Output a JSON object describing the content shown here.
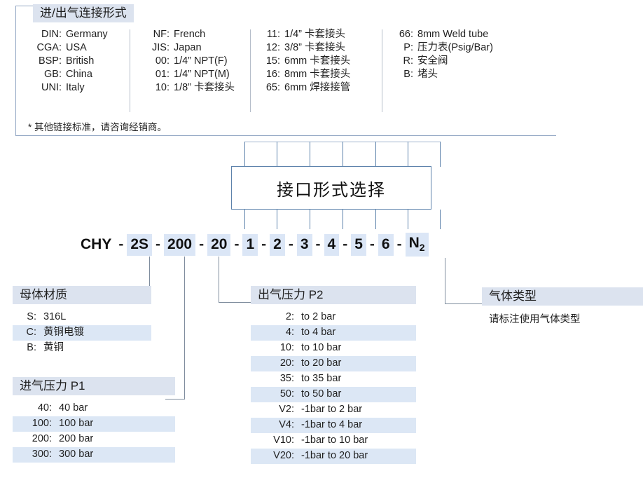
{
  "top_panel": {
    "title": "进/出气连接形式",
    "note": "* 其他链接标准，请咨询经销商。",
    "columns": [
      {
        "items": [
          {
            "key": "DIN:",
            "value": "Germany"
          },
          {
            "key": "CGA:",
            "value": "USA"
          },
          {
            "key": "BSP:",
            "value": "British"
          },
          {
            "key": "GB:",
            "value": "China"
          },
          {
            "key": "UNI:",
            "value": "Italy"
          }
        ]
      },
      {
        "items": [
          {
            "key": "NF:",
            "value": "French"
          },
          {
            "key": "JIS:",
            "value": "Japan"
          },
          {
            "key": "00:",
            "value": "1/4” NPT(F)"
          },
          {
            "key": "01:",
            "value": "1/4” NPT(M)"
          },
          {
            "key": "10:",
            "value": "1/8” 卡套接头"
          }
        ]
      },
      {
        "items": [
          {
            "key": "11:",
            "value": "1/4” 卡套接头"
          },
          {
            "key": "12:",
            "value": "3/8” 卡套接头"
          },
          {
            "key": "15:",
            "value": "6mm 卡套接头"
          },
          {
            "key": "16:",
            "value": "8mm 卡套接头"
          },
          {
            "key": "65:",
            "value": "6mm 焊接接管"
          }
        ]
      },
      {
        "items": [
          {
            "key": "66:",
            "value": "8mm Weld tube"
          },
          {
            "key": "P:",
            "value": "压力表(Psig/Bar)"
          },
          {
            "key": "R:",
            "value": "安全阀"
          },
          {
            "key": "B:",
            "value": "堵头"
          }
        ]
      }
    ]
  },
  "main_box": {
    "label": "接口形式选择"
  },
  "code": {
    "segments": [
      {
        "text": "CHY",
        "highlight": false
      },
      {
        "text": "2S",
        "highlight": true
      },
      {
        "text": "200",
        "highlight": true
      },
      {
        "text": "20",
        "highlight": true
      },
      {
        "text": "1",
        "highlight": true
      },
      {
        "text": "2",
        "highlight": true
      },
      {
        "text": "3",
        "highlight": true
      },
      {
        "text": "4",
        "highlight": true
      },
      {
        "text": "5",
        "highlight": true
      },
      {
        "text": "6",
        "highlight": true
      },
      {
        "text": "N",
        "sub": "2",
        "highlight": true
      }
    ],
    "separator": "-"
  },
  "sections": {
    "material": {
      "title": "母体材质",
      "items": [
        {
          "key": "S:",
          "value": "316L",
          "band": false
        },
        {
          "key": "C:",
          "value": "黄铜电镀",
          "band": true
        },
        {
          "key": "B:",
          "value": "黄铜",
          "band": false
        }
      ]
    },
    "p1": {
      "title": "进气压力 P1",
      "items": [
        {
          "key": "40:",
          "value": "40 bar",
          "band": false
        },
        {
          "key": "100:",
          "value": "100 bar",
          "band": true
        },
        {
          "key": "200:",
          "value": "200 bar",
          "band": false
        },
        {
          "key": "300:",
          "value": "300 bar",
          "band": true
        }
      ]
    },
    "p2": {
      "title": "出气压力 P2",
      "items": [
        {
          "key": "2:",
          "value": "to 2 bar",
          "band": false
        },
        {
          "key": "4:",
          "value": "to 4 bar",
          "band": true
        },
        {
          "key": "10:",
          "value": "to 10 bar",
          "band": false
        },
        {
          "key": "20:",
          "value": "to 20 bar",
          "band": true
        },
        {
          "key": "35:",
          "value": "to 35 bar",
          "band": false
        },
        {
          "key": "50:",
          "value": "to 50 bar",
          "band": true
        },
        {
          "key": "V2:",
          "value": "-1bar to 2 bar",
          "band": false
        },
        {
          "key": "V4:",
          "value": "-1bar to 4 bar",
          "band": true
        },
        {
          "key": "V10:",
          "value": "-1bar to 10 bar",
          "band": false
        },
        {
          "key": "V20:",
          "value": "-1bar to 20 bar",
          "band": true
        }
      ]
    },
    "gas": {
      "title": "气体类型",
      "note": "请标注使用气体类型"
    }
  },
  "colors": {
    "title_band": "#dce3ef",
    "row_band": "#dce7f5",
    "box_border": "#5d82ab",
    "leader_line": "#7f8d9e",
    "code_chip": "#dbe6f6"
  }
}
